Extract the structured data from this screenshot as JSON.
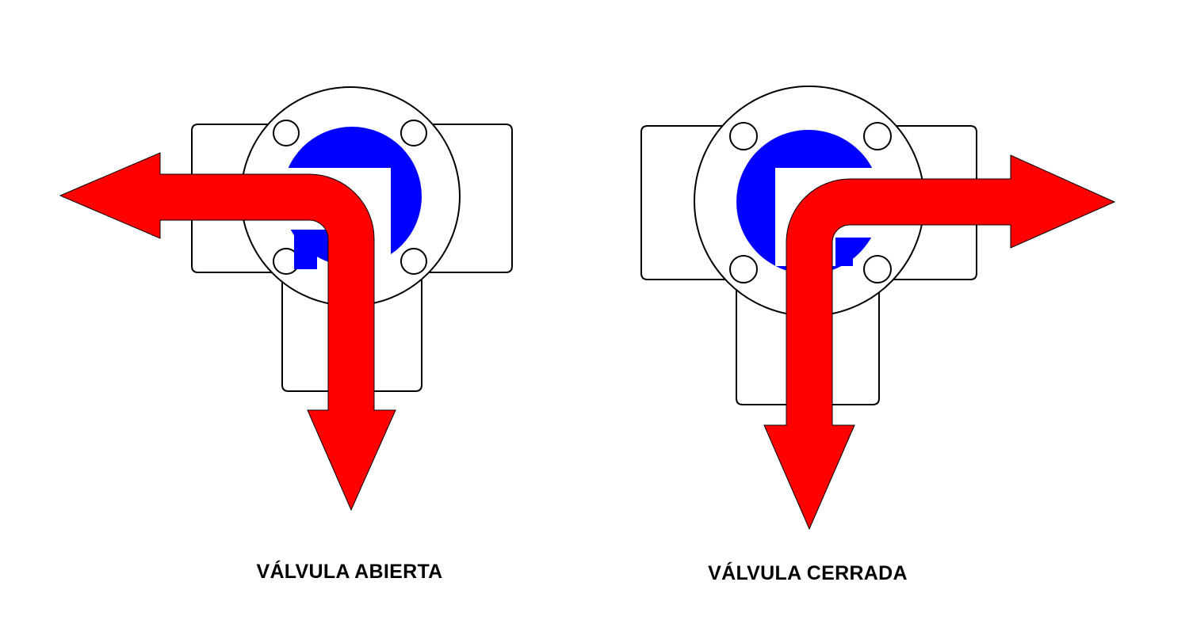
{
  "colors": {
    "background": "#ffffff",
    "outline": "#000000",
    "port": "#0000ff",
    "flow_arrow": "#ff0000"
  },
  "valves": [
    {
      "state": "open",
      "caption": "VÁLVULA ABIERTA",
      "flow_directions": [
        "left",
        "down"
      ]
    },
    {
      "state": "closed",
      "caption": "VÁLVULA CERRADA",
      "flow_directions": [
        "right",
        "down"
      ]
    }
  ]
}
